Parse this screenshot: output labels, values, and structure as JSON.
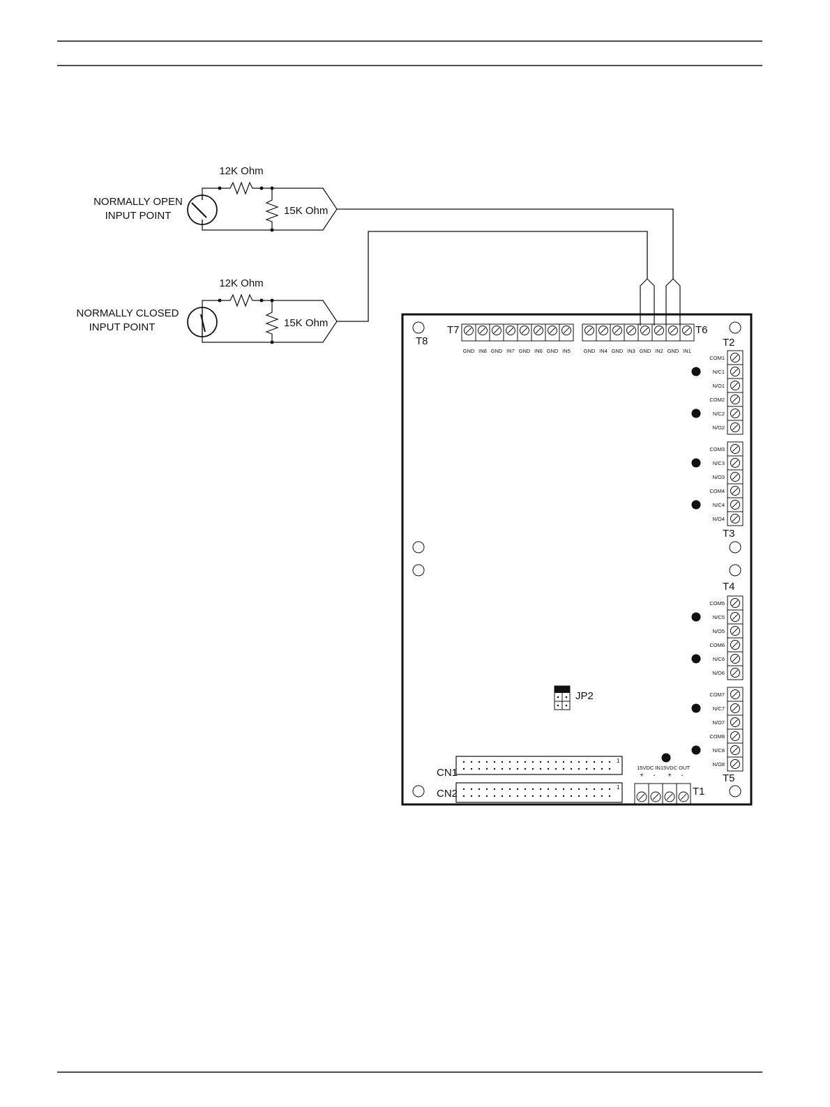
{
  "circuits": {
    "open": {
      "label_line1": "NORMALLY OPEN",
      "label_line2": "INPUT POINT",
      "series_resistor": "12K Ohm",
      "parallel_resistor": "15K Ohm"
    },
    "closed": {
      "label_line1": "NORMALLY CLOSED",
      "label_line2": "INPUT POINT",
      "series_resistor": "12K Ohm",
      "parallel_resistor": "15K Ohm"
    }
  },
  "board": {
    "t8": "T8",
    "t7": "T7",
    "t6": "T6",
    "t2": "T2",
    "t3": "T3",
    "t4": "T4",
    "t5": "T5",
    "t1": "T1",
    "jp2": "JP2",
    "cn1": "CN1",
    "cn2": "CN2",
    "pin1_mark": "1",
    "t7_terminals": [
      "GND",
      "IN8",
      "GND",
      "IN7",
      "GND",
      "IN6",
      "GND",
      "IN5"
    ],
    "t6_terminals": [
      "GND",
      "IN4",
      "GND",
      "IN3",
      "GND",
      "IN2",
      "GND",
      "IN1"
    ],
    "relay_terminals": [
      "COM1",
      "N/C1",
      "N/O1",
      "COM2",
      "N/C2",
      "N/O2",
      "COM3",
      "N/C3",
      "N/O3",
      "COM4",
      "N/C4",
      "N/O4",
      "COM5",
      "N/C5",
      "N/O5",
      "COM6",
      "N/C6",
      "N/O6",
      "COM7",
      "N/C7",
      "N/O7",
      "COM8",
      "N/C8",
      "N/O8"
    ],
    "power_in": "15VDC IN",
    "power_out": "15VDC OUT",
    "plus": "+",
    "minus": "-"
  }
}
